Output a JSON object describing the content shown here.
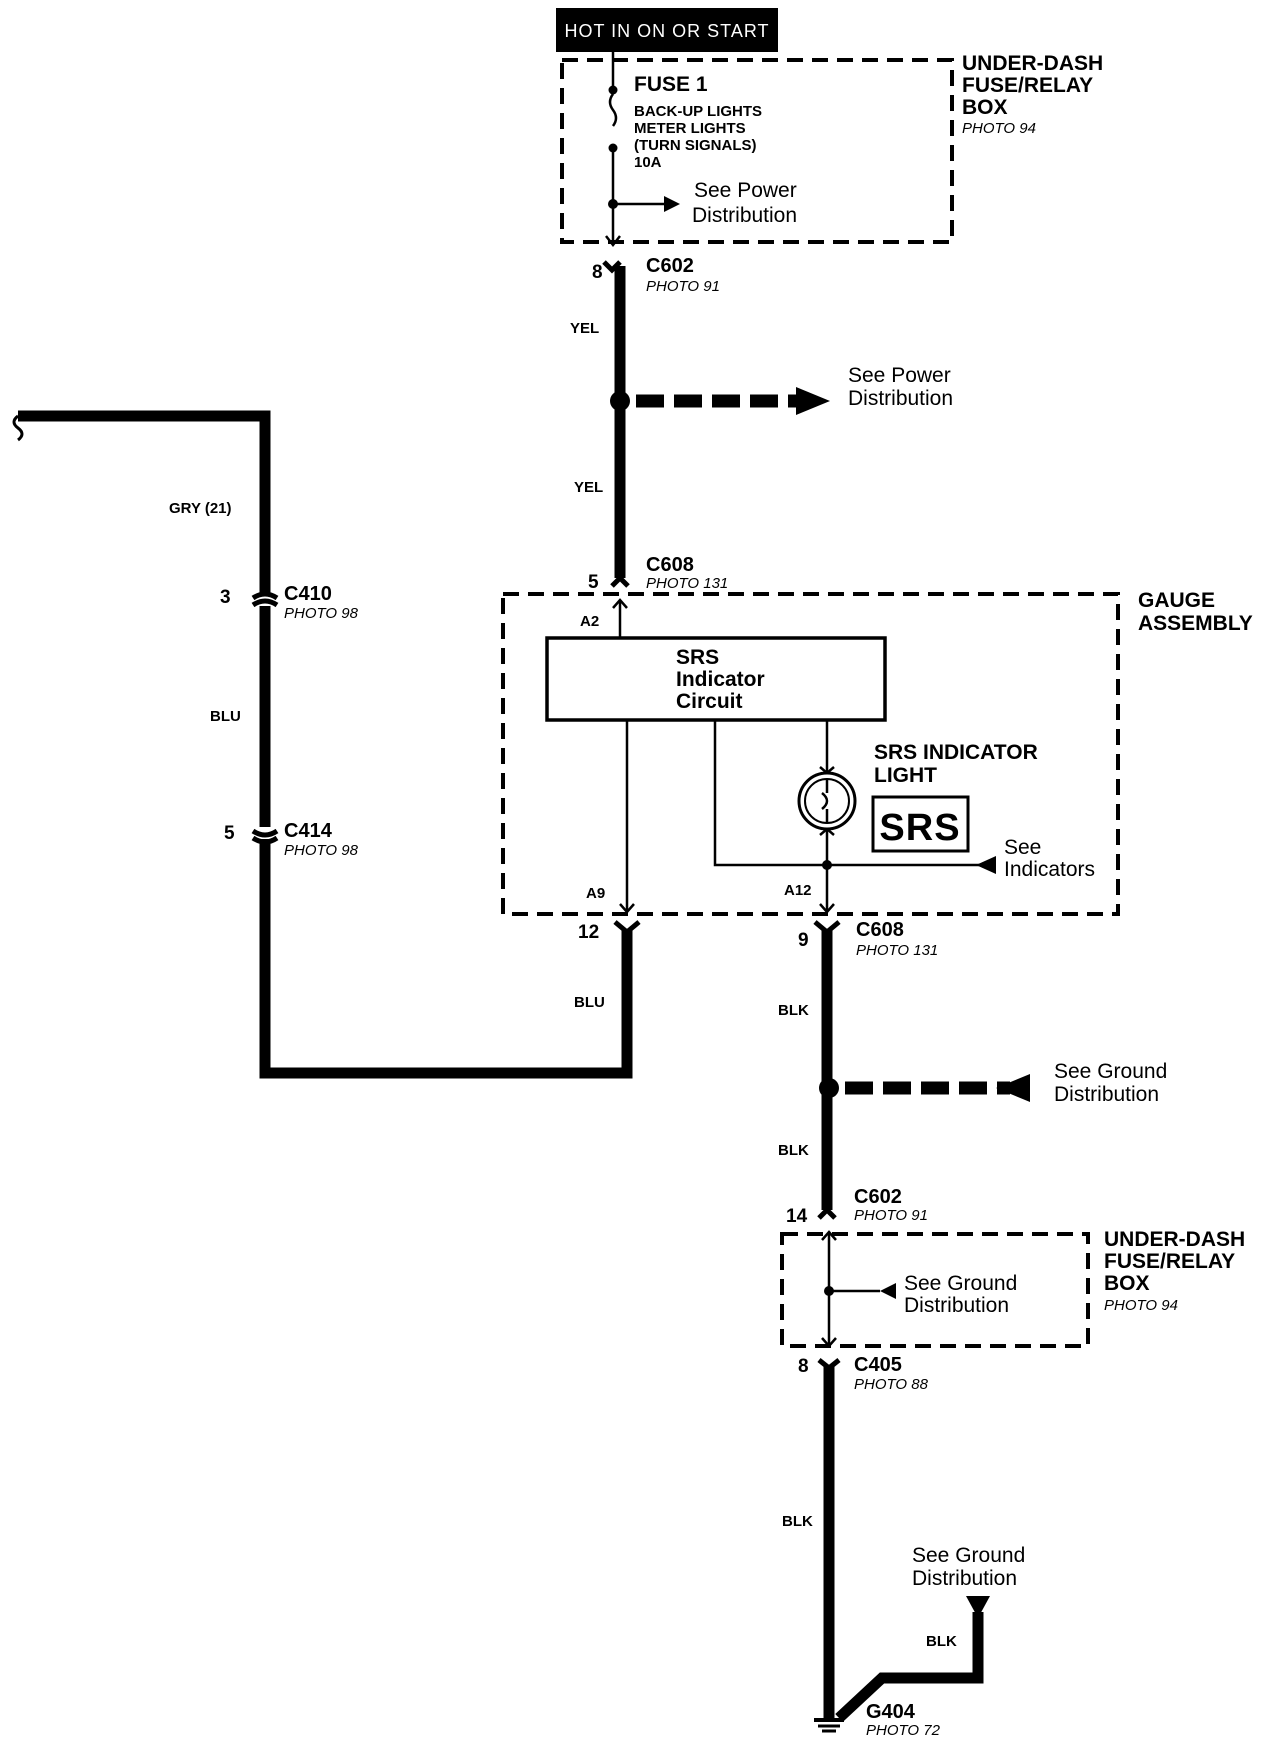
{
  "power_label": "HOT IN ON OR START",
  "fuse_box_top": {
    "title_lines": [
      "UNDER-DASH",
      "FUSE/RELAY",
      "BOX"
    ],
    "photo": "PHOTO 94",
    "fuse_name": "FUSE 1",
    "fuse_lines": [
      "BACK-UP LIGHTS",
      "METER LIGHTS",
      "(TURN SIGNALS)",
      "10A"
    ],
    "see_lines": [
      "See Power",
      "Distribution"
    ]
  },
  "c602_top": {
    "pin": "8",
    "name": "C602",
    "photo": "PHOTO  91"
  },
  "wire_yel_1": "YEL",
  "splice_power": [
    "See Power",
    "Distribution"
  ],
  "wire_yel_2": "YEL",
  "c608_top": {
    "pin": "5",
    "name": "C608",
    "photo": "PHOTO  131"
  },
  "gauge": {
    "title_lines": [
      "GAUGE",
      "ASSEMBLY"
    ],
    "circuit_lines": [
      "SRS",
      "Indicator",
      "Circuit"
    ],
    "pin_a2": "A2",
    "pin_a9": "A9",
    "pin_a12": "A12",
    "light_lines": [
      "SRS INDICATOR",
      "LIGHT"
    ],
    "srs_badge": "SRS",
    "see_lines": [
      "See",
      "Indicators"
    ]
  },
  "left_branch": {
    "wire_gry": "GRY (21)",
    "c410": {
      "pin": "3",
      "name": "C410",
      "photo": "PHOTO  98"
    },
    "wire_blu_1": "BLU",
    "c414": {
      "pin": "5",
      "name": "C414",
      "photo": "PHOTO  98"
    }
  },
  "c608_bottom_left": {
    "pin": "12"
  },
  "wire_blu_2": "BLU",
  "c608_bottom_right": {
    "pin": "9",
    "name": "C608",
    "photo": "PHOTO  131"
  },
  "wire_blk_1": "BLK",
  "splice_ground": [
    "See Ground",
    "Distribution"
  ],
  "wire_blk_2": "BLK",
  "c602_bottom": {
    "pin": "14",
    "name": "C602",
    "photo": "PHOTO  91"
  },
  "fuse_box_bottom": {
    "title_lines": [
      "UNDER-DASH",
      "FUSE/RELAY",
      "BOX"
    ],
    "photo": "PHOTO  94",
    "see_lines": [
      "See Ground",
      "Distribution"
    ]
  },
  "c405": {
    "pin": "8",
    "name": "C405",
    "photo": "PHOTO  88"
  },
  "wire_blk_3": "BLK",
  "ground_see": [
    "See Ground",
    "Distribution"
  ],
  "wire_blk_4": "BLK",
  "g404": {
    "name": "G404",
    "photo": "PHOTO 72"
  }
}
